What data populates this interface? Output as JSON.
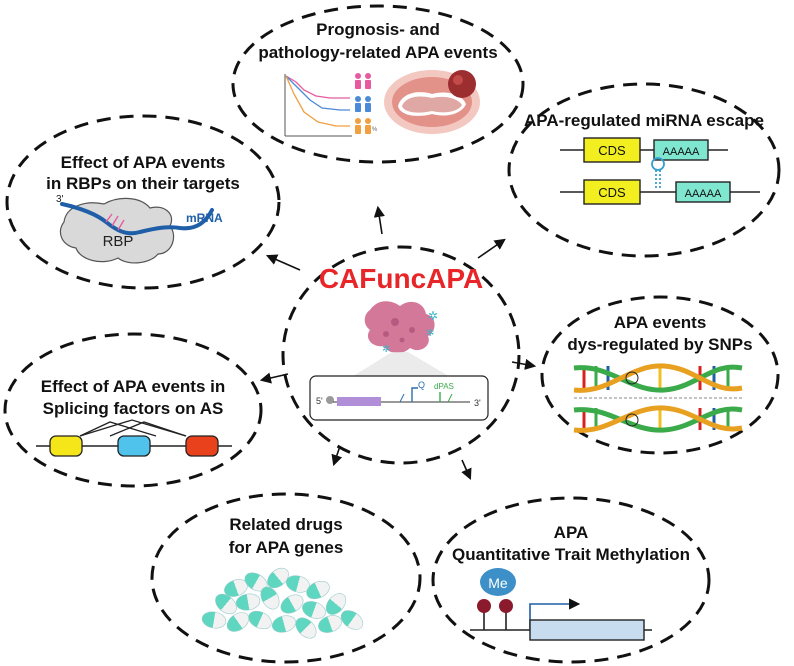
{
  "center": {
    "title": "CAFuncAPA",
    "title_color": "#e8262a",
    "label_5prime": "5'",
    "label_3prime": "3'",
    "label_pas": "dPAS"
  },
  "nodes": {
    "prognosis": {
      "line1": "Prognosis- and",
      "line2": "pathology-related APA events",
      "percent_label": "%"
    },
    "mirna": {
      "line1": "APA-regulated miRNA escape",
      "cds_label": "CDS",
      "polya_label": "AAAAA"
    },
    "rbp": {
      "line1": "Effect of APA events",
      "line2": "in RBPs on their targets",
      "prime_label": "3'",
      "mrna_label": "mRNA",
      "rbp_label": "RBP"
    },
    "snp": {
      "line1": "APA events",
      "line2": "dys-regulated by SNPs"
    },
    "splicing": {
      "line1": "Effect of APA events in",
      "line2": "Splicing factors on AS"
    },
    "drugs": {
      "line1": "Related drugs",
      "line2": "for APA genes"
    },
    "qtm": {
      "line1": "APA",
      "line2": "Quantitative Trait Methylation",
      "me_label": "Me"
    }
  },
  "colors": {
    "accent_red": "#e8262a",
    "cds_yellow": "#f2ee1f",
    "polya_teal": "#7fe6cf",
    "mrna_blue": "#1f5fa8",
    "rbp_gray": "#d9d9d9",
    "exon_yellow": "#f5e61a",
    "exon_blue": "#4fc3ec",
    "exon_red": "#e8411c",
    "me_blue": "#3c8fc7",
    "me_lollipop": "#8b1a2c",
    "gene_box": "#c8dcf0"
  }
}
